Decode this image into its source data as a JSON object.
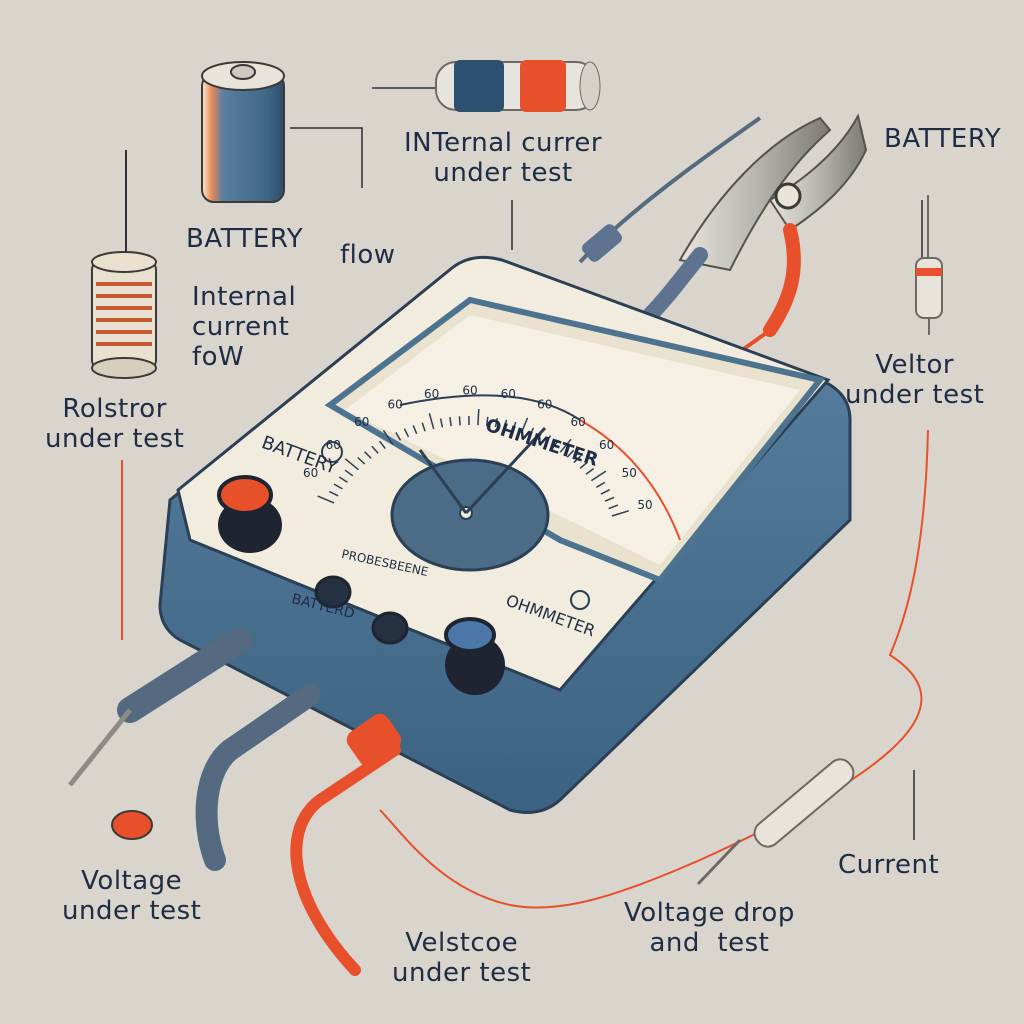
{
  "labels": {
    "internal_current_top": "INTernal currer\nunder test",
    "battery_top_right": "BATTERY",
    "battery_left": "BATTERY",
    "flow": "flow",
    "internal_current_left": "Internal\ncurrent\nfoW",
    "resistor_left": "Rolstror\nunder test",
    "veltor": "Veltor\nunder test",
    "current": "Current",
    "voltage_left": "Voltage\nunder test",
    "voltage_drop": "Voltage drop\nand  test",
    "velstcoe": "Velstcoe\nunder test"
  },
  "meter": {
    "dial_label": "OHMMETER",
    "battery_panel": "BATTERY",
    "button_label_1": "PROBESBEENE",
    "button_label_2": "BATTERD",
    "ohmmeter_panel": "OHMMETER",
    "scale_numbers": [
      "60",
      "60",
      "60",
      "60",
      "60",
      "60",
      "60",
      "60",
      "60",
      "60",
      "50",
      "50"
    ]
  },
  "colors": {
    "background": "#d9d5cc",
    "body_blue": "#4d7390",
    "panel_cream": "#f1ecdd",
    "accent_red": "#e8502c",
    "ink": "#1e2d45"
  },
  "icons": [
    "battery-icon",
    "capacitor-icon",
    "inductor-coil-icon",
    "pliers-icon",
    "resistor-icon",
    "probe-icon",
    "ohmmeter-icon"
  ]
}
